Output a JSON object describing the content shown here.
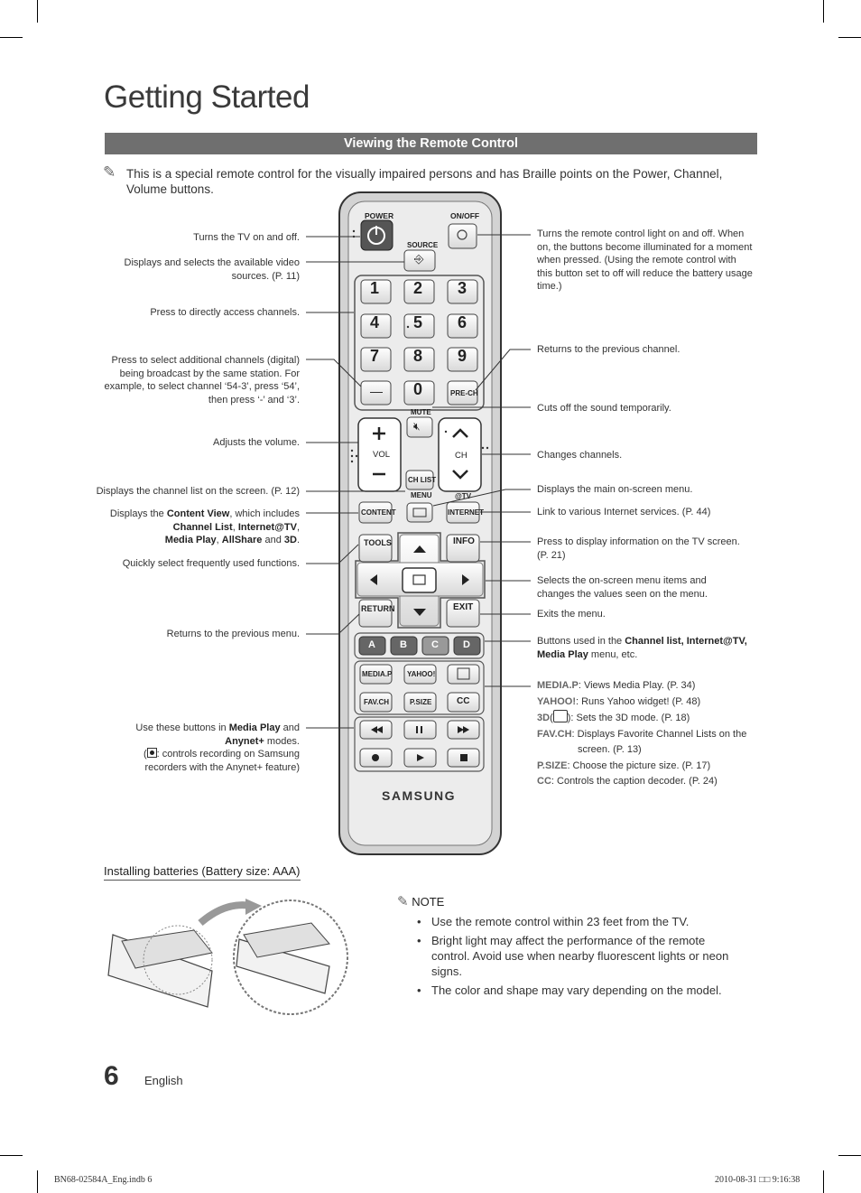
{
  "page": {
    "title": "Getting Started",
    "section": "Viewing the Remote Control",
    "intro": "This is a special remote control for the visually impaired persons and has Braille points on the Power, Channel, Volume buttons.",
    "page_number": "6",
    "language": "English",
    "footer_left": "BN68-02584A_Eng.indb   6",
    "footer_right": "2010-08-31   □□ 9:16:38"
  },
  "remote": {
    "power": "POWER",
    "onoff": "ON/OFF",
    "source": "SOURCE",
    "digits": [
      "1",
      "2",
      "3",
      "4",
      "5",
      "6",
      "7",
      "8",
      "9"
    ],
    "dash": "—",
    "zero": "0",
    "prech": "PRE-CH",
    "mute": "MUTE",
    "vol": "VOL",
    "ch": "CH",
    "chlist": "CH LIST",
    "menu": "MENU",
    "attv": "@TV",
    "content": "CONTENT",
    "internet": "INTERNET",
    "tools": "TOOLS",
    "info": "INFO",
    "return": "RETURN",
    "exit": "EXIT",
    "abcd": [
      "A",
      "B",
      "C",
      "D"
    ],
    "mediap": "MEDIA.P",
    "yahoo": "YAHOO!",
    "favch": "FAV.CH",
    "psize": "P.SIZE",
    "cc": "CC",
    "brand": "SAMSUNG"
  },
  "labels_left": {
    "power": "Turns the TV on and off.",
    "source": "Displays and selects the available video sources. (P. 11)",
    "digits": "Press to directly access channels.",
    "dash": "Press to select additional channels (digital) being broadcast by the same station. For example, to select channel ‘54-3’, press ‘54’, then press ‘-’ and ‘3’.",
    "volume": "Adjusts the volume.",
    "chlist": "Displays the channel list on the screen. (P. 12)",
    "content_a": "Displays the ",
    "content_b": "Content View",
    "content_c": ", which includes ",
    "content_d": "Channel List",
    "content_e": ", ",
    "content_f": "Internet@TV",
    "content_g": ",",
    "content_h": "Media Play",
    "content_i": ", ",
    "content_j": "AllShare",
    "content_k": " and ",
    "content_l": "3D",
    "content_m": ".",
    "tools": "Quickly select frequently used functions.",
    "return": "Returns to the previous menu.",
    "media_a": "Use these buttons in ",
    "media_b": "Media Play",
    "media_c": " and",
    "media_d": "Anynet+",
    "media_e": " modes.",
    "media_f": "(",
    "media_g": ": controls recording on Samsung recorders with the Anynet+ feature)"
  },
  "labels_right": {
    "onoff": "Turns the remote control light on and off. When on, the buttons become illuminated for a moment when pressed. (Using the remote control with this button set to off will reduce the battery usage time.)",
    "prech": "Returns to the previous channel.",
    "mute": "Cuts off the sound temporarily.",
    "channel": "Changes channels.",
    "menu": "Displays the main on-screen menu.",
    "internet": "Link to various Internet services. (P. 44)",
    "info": "Press to display information on the TV screen. (P. 21)",
    "select": "Selects the on-screen menu items and changes the values seen on the menu.",
    "exit": "Exits the menu.",
    "abcd_a": "Buttons used in the ",
    "abcd_b": "Channel list, Internet@TV, Media Play",
    "abcd_c": " menu, etc.",
    "mp_k": "MEDIA.P",
    "mp_v": ": Views Media Play. (P. 34)",
    "yh_k": "YAHOO!",
    "yh_v": ": Runs Yahoo widget! (P. 48)",
    "d3_k": "3D",
    "d3_v": "): Sets the 3D mode. (P. 18)",
    "fv_k": "FAV.CH",
    "fv_v": ": Displays Favorite Channel Lists on the",
    "fv_v2": "screen. (P. 13)",
    "ps_k": "P.SIZE",
    "ps_v": ": Choose the picture size. (P. 17)",
    "cc_k": "CC",
    "cc_v": ": Controls the caption decoder. (P. 24)"
  },
  "batteries": {
    "heading": "Installing batteries (",
    "size": "Battery size: AAA",
    "close": ")",
    "note_title": "NOTE",
    "notes": [
      "Use the remote control within 23 feet from the TV.",
      "Bright light may affect the performance of the remote control. Avoid use when nearby fluorescent lights or neon signs.",
      "The color and shape may vary depending on the model."
    ]
  }
}
